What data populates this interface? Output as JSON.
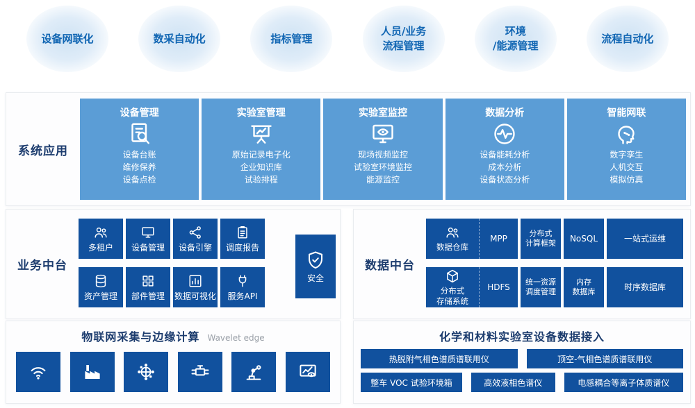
{
  "colors": {
    "card_blue": "#5b9dd6",
    "tile_navy": "#11519e",
    "bubble_text_blue": "#1166b3",
    "section_label_navy": "#1c3c6e"
  },
  "top_bubbles": [
    {
      "label": "设备网联化"
    },
    {
      "label": "数采自动化"
    },
    {
      "label": "指标管理"
    },
    {
      "label": "人员/业务\n流程管理"
    },
    {
      "label": "环境\n/能源管理"
    },
    {
      "label": "流程自动化"
    }
  ],
  "system_apps": {
    "section_label": "系统应用",
    "cards": [
      {
        "title": "设备管理",
        "icon": "document-search-icon",
        "lines": "设备台账\n维修保养\n设备点检"
      },
      {
        "title": "实验室管理",
        "icon": "presentation-chart-icon",
        "lines": "原始记录电子化\n企业知识库\n试验排程"
      },
      {
        "title": "实验室监控",
        "icon": "monitor-eye-icon",
        "lines": "现场视频监控\n试验室环境监控\n能源监控"
      },
      {
        "title": "数据分析",
        "icon": "pulse-circle-icon",
        "lines": "设备能耗分析\n成本分析\n设备状态分析"
      },
      {
        "title": "智能网联",
        "icon": "smart-head-icon",
        "lines": "数字孪生\n人机交互\n模拟仿真"
      }
    ]
  },
  "business_platform": {
    "section_label": "业务中台",
    "tiles": [
      {
        "label": "多租户",
        "icon": "people-icon"
      },
      {
        "label": "设备管理",
        "icon": "monitor-icon"
      },
      {
        "label": "设备引擎",
        "icon": "nodes-icon"
      },
      {
        "label": "调度报告",
        "icon": "report-icon"
      },
      {
        "label": "资产管理",
        "icon": "database-icon"
      },
      {
        "label": "部件管理",
        "icon": "components-icon"
      },
      {
        "label": "数据可视化",
        "icon": "bar-chart-icon"
      },
      {
        "label": "服务API",
        "icon": "plug-icon"
      },
      {
        "label": "安全",
        "icon": "shield-icon"
      }
    ]
  },
  "data_platform": {
    "section_label": "数据中台",
    "row1": {
      "combo": {
        "label": "数据仓库",
        "icon": "people-icon",
        "side": "MPP"
      },
      "tiles": [
        {
          "label": "分布式\n计算框架"
        },
        {
          "label": "NoSQL"
        },
        {
          "label": "一站式运维"
        }
      ]
    },
    "row2": {
      "combo": {
        "label": "分布式\n存储系统",
        "icon": "hexagon-storage-icon",
        "side": "HDFS"
      },
      "tiles": [
        {
          "label": "统一资源\n调度管理"
        },
        {
          "label": "内存\n数据库"
        },
        {
          "label": "时序数据库"
        }
      ]
    }
  },
  "iot_edge": {
    "title": "物联网采集与边缘计算",
    "subtitle": "Wavelet edge",
    "tiles": [
      {
        "icon": "wifi-icon"
      },
      {
        "icon": "factory-icon"
      },
      {
        "icon": "globe-network-icon"
      },
      {
        "icon": "pipeline-valve-icon"
      },
      {
        "icon": "robot-arm-icon"
      },
      {
        "icon": "monitor-analytics-icon"
      }
    ]
  },
  "lab_access": {
    "title": "化学和材料实验室设备数据接入",
    "row1": [
      {
        "label": "热脱附气相色谱质谱联用仪"
      },
      {
        "label": "顶空-气相色谱质谱联用仪"
      }
    ],
    "row2": [
      {
        "label": "整车 VOC 试验环境箱"
      },
      {
        "label": "高效液相色谱仪"
      },
      {
        "label": "电感耦合等离子体质谱仪"
      }
    ]
  }
}
